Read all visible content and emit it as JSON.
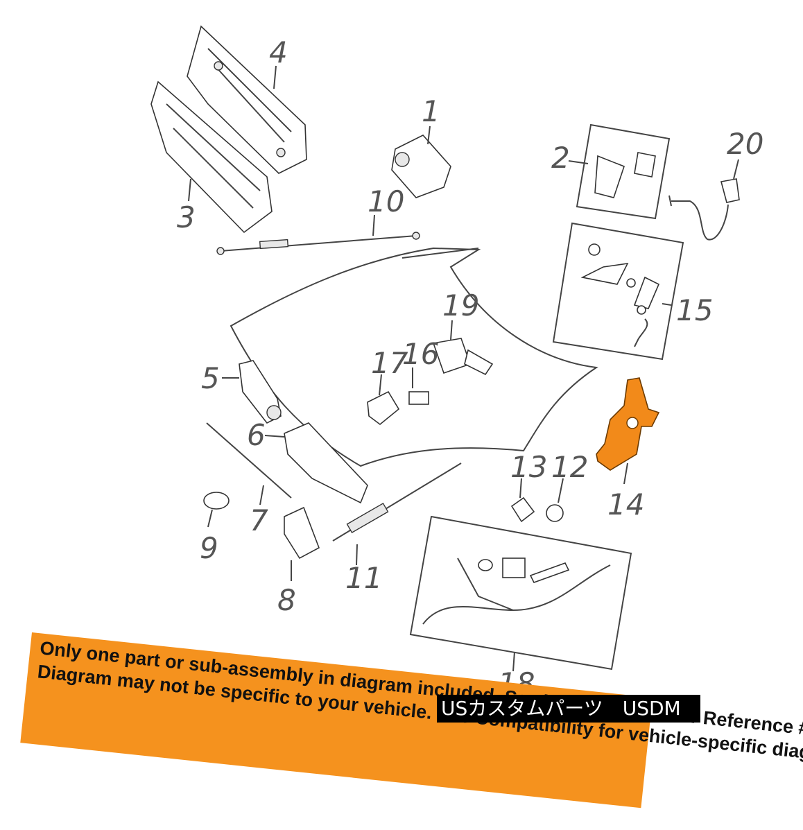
{
  "labels": {
    "l1": "1",
    "l2": "2",
    "l3": "3",
    "l4": "4",
    "l5": "5",
    "l6": "6",
    "l7": "7",
    "l8": "8",
    "l9": "9",
    "l10": "10",
    "l11": "11",
    "l12": "12",
    "l13": "13",
    "l14": "14",
    "l15": "15",
    "l16": "16",
    "l17": "17",
    "l18": "18",
    "l19": "19",
    "l20": "20"
  },
  "banner": {
    "line1": "Only one part or sub-assembly in diagram included. See Item Specifics for Reference #.",
    "line2": "Diagram may not be specific to your vehicle. See Compatibility for vehicle-specific diagrams.",
    "line3": "",
    "line4": ""
  },
  "watermark": "USカスタムパーツ　USDM",
  "colors": {
    "highlight": "#f28a1a",
    "banner": "#f5921e",
    "line": "#444444"
  }
}
